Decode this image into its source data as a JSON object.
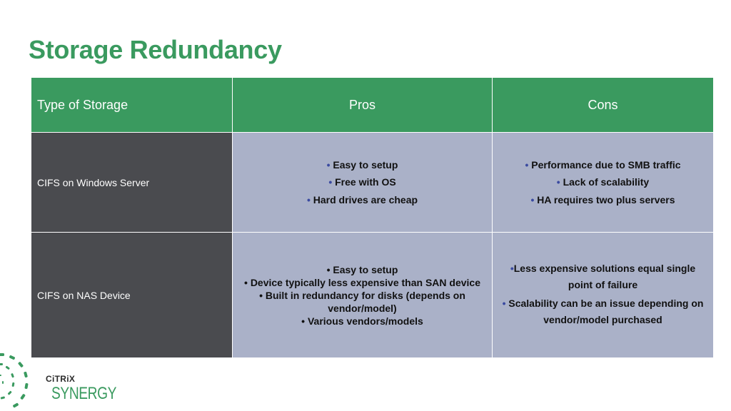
{
  "slide": {
    "title": "Storage Redundancy"
  },
  "table": {
    "headers": [
      "Type of Storage",
      "Pros",
      "Cons"
    ],
    "rows": [
      {
        "type": "CIFS on Windows Server",
        "pros": [
          "Easy to setup",
          "Free with OS",
          "Hard drives are cheap"
        ],
        "cons": [
          "Performance due to SMB traffic",
          "Lack of scalability",
          "HA requires two plus servers"
        ]
      },
      {
        "type": "CIFS on NAS Device",
        "pros": [
          "Easy to setup",
          "Device typically less expensive than SAN device",
          "Built in redundancy for disks (depends on vendor/model)",
          "Various vendors/models"
        ],
        "cons": [
          "Less expensive solutions equal single point of failure",
          "Scalability can be an issue depending on vendor/model purchased"
        ]
      }
    ]
  },
  "branding": {
    "company": "CiTRiX",
    "product": "SYNERGY",
    "brand_color": "#3a9a5f"
  },
  "colors": {
    "header_bg": "#3a9a5f",
    "type_cell_bg": "#4a4b4f",
    "content_bg": "#aab1c8",
    "bullet_blue": "#3a4aa0"
  }
}
